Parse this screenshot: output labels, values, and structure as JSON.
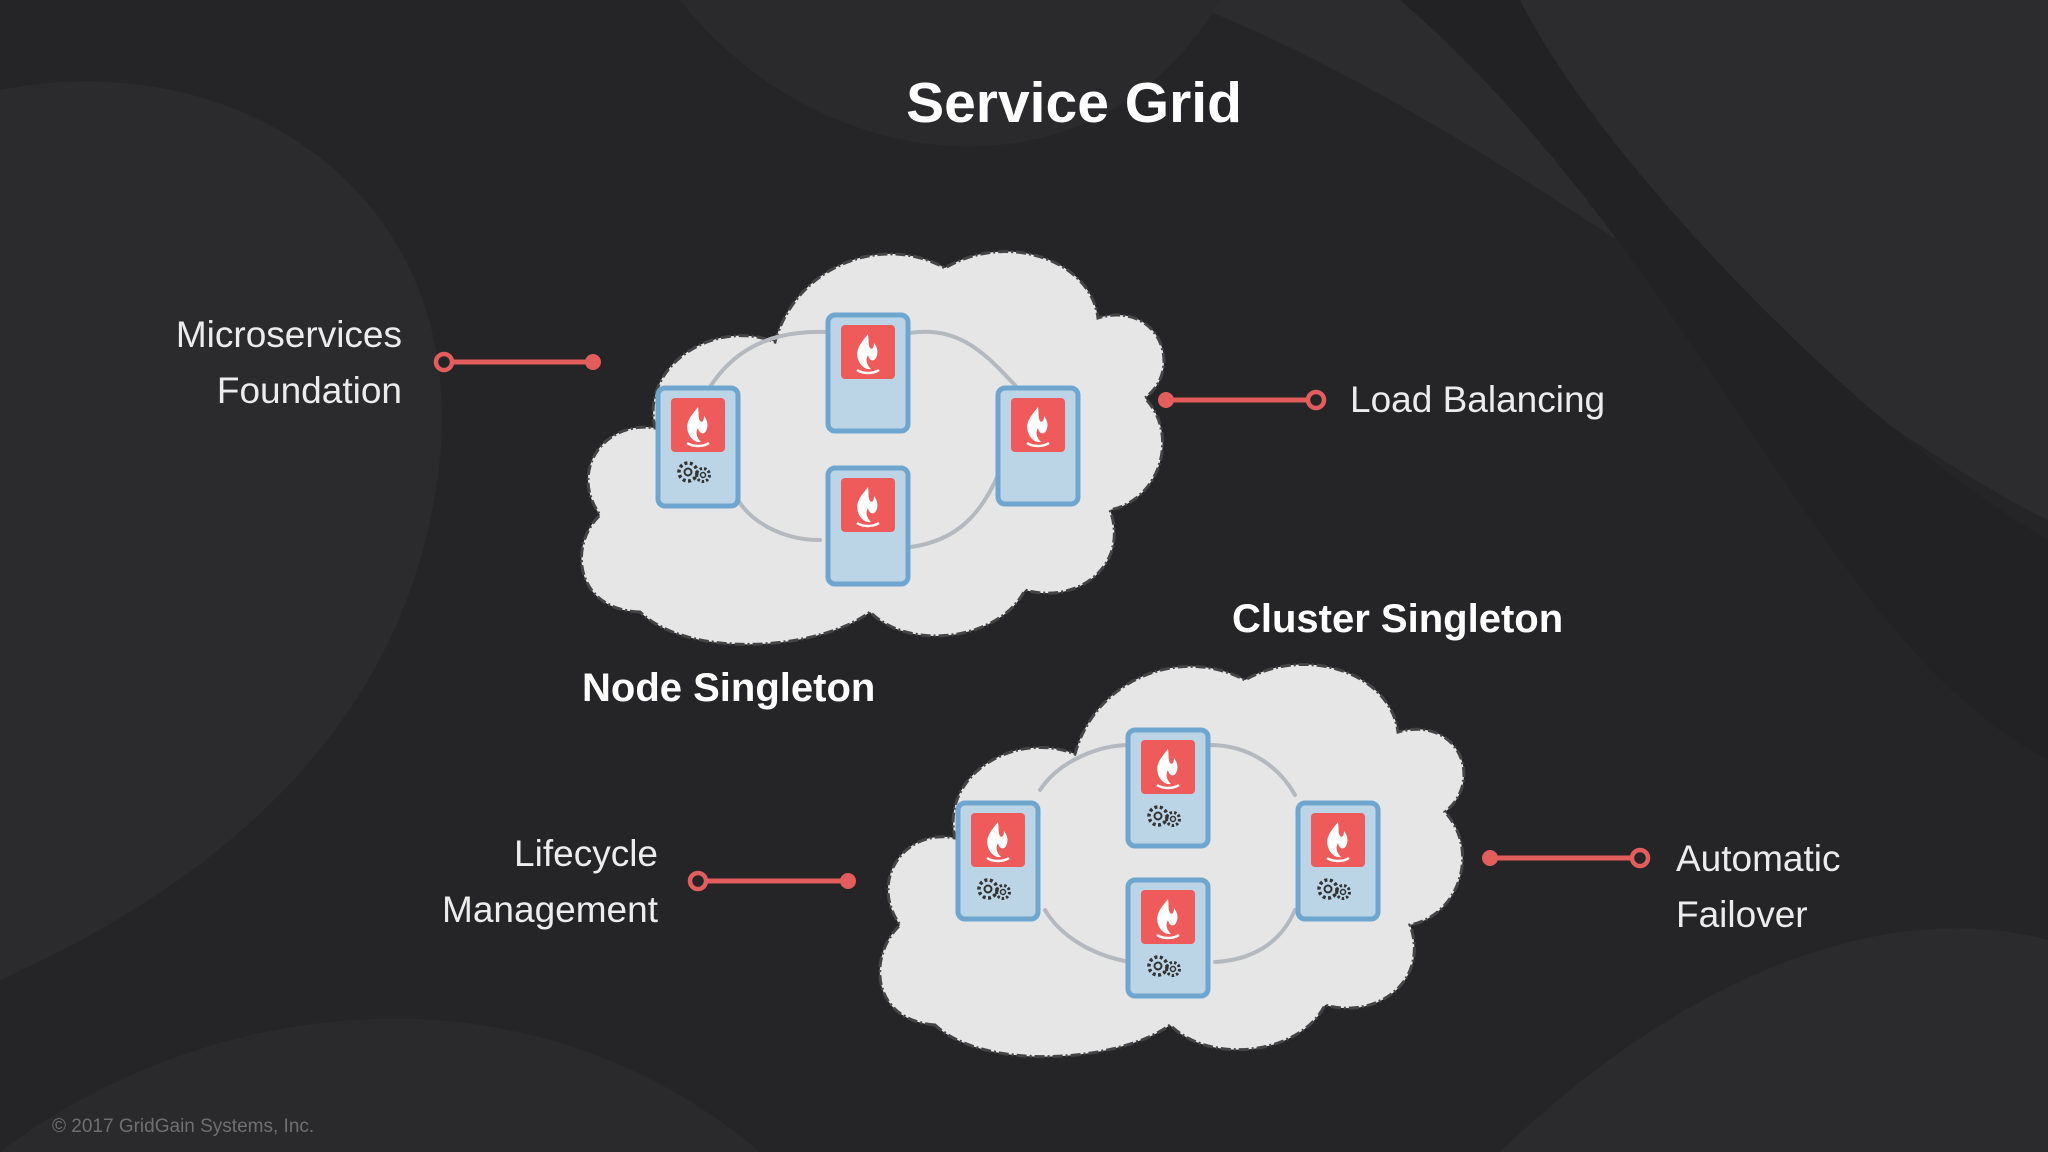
{
  "slide": {
    "title": "Service Grid",
    "copyright": "© 2017 GridGain Systems, Inc."
  },
  "features": {
    "microservices": {
      "line1": "Microservices",
      "line2": "Foundation"
    },
    "load_balancing": {
      "line1": "Load Balancing"
    },
    "lifecycle": {
      "line1": "Lifecycle",
      "line2": "Management"
    },
    "failover": {
      "line1": "Automatic",
      "line2": "Failover"
    }
  },
  "clouds": {
    "node_singleton": {
      "label": "Node Singleton"
    },
    "cluster_singleton": {
      "label": "Cluster Singleton"
    }
  },
  "colors": {
    "background": "#252527",
    "connector": "#e35d5d",
    "cloud_fill": "#e6e6e7",
    "card_border": "#6fa6cf",
    "card_fill": "#bcd5e6",
    "flame_box": "#ef5a5a"
  },
  "icons": {
    "flame": "ignite-flame-icon",
    "gears": "gears-icon"
  }
}
